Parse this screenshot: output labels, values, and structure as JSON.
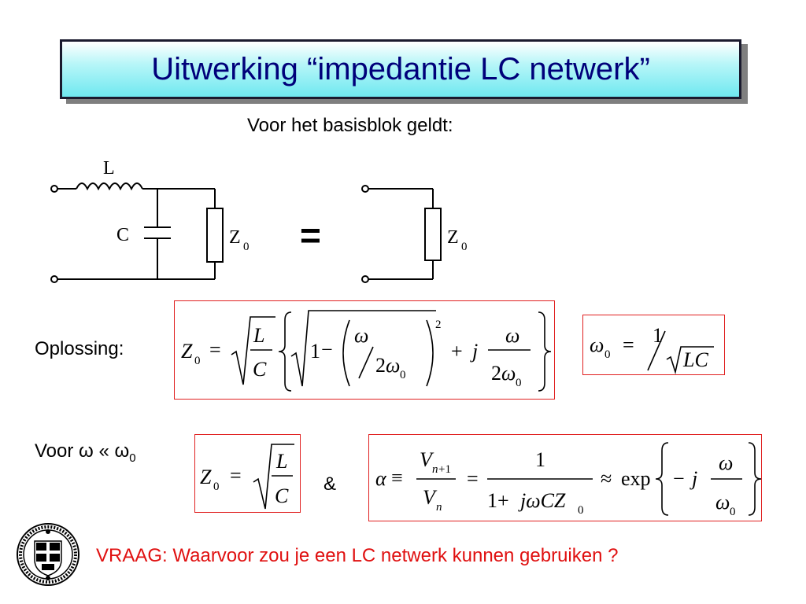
{
  "title": "Uitwerking “impedantie LC netwerk”",
  "subtitle": "Voor het basisblok geldt:",
  "circuit": {
    "inductor_label": "L",
    "capacitor_label": "C",
    "load_left_label": "Z",
    "load_left_sub": "0",
    "equals": "=",
    "load_right_label": "Z",
    "load_right_sub": "0"
  },
  "oplossing_label": "Oplossing:",
  "voor_label": "Voor ω « ω",
  "voor_sub": "0",
  "ampersand": "&",
  "vraag": "VRAAG: Waarvoor zou je een LC netwerk kunnen gebruiken ?",
  "colors": {
    "title_text": "#00007a",
    "box_border": "#e02020",
    "vraag_text": "#e01010",
    "title_bg": "#6fe8f0"
  },
  "icons": [
    "university-seal-logo"
  ]
}
